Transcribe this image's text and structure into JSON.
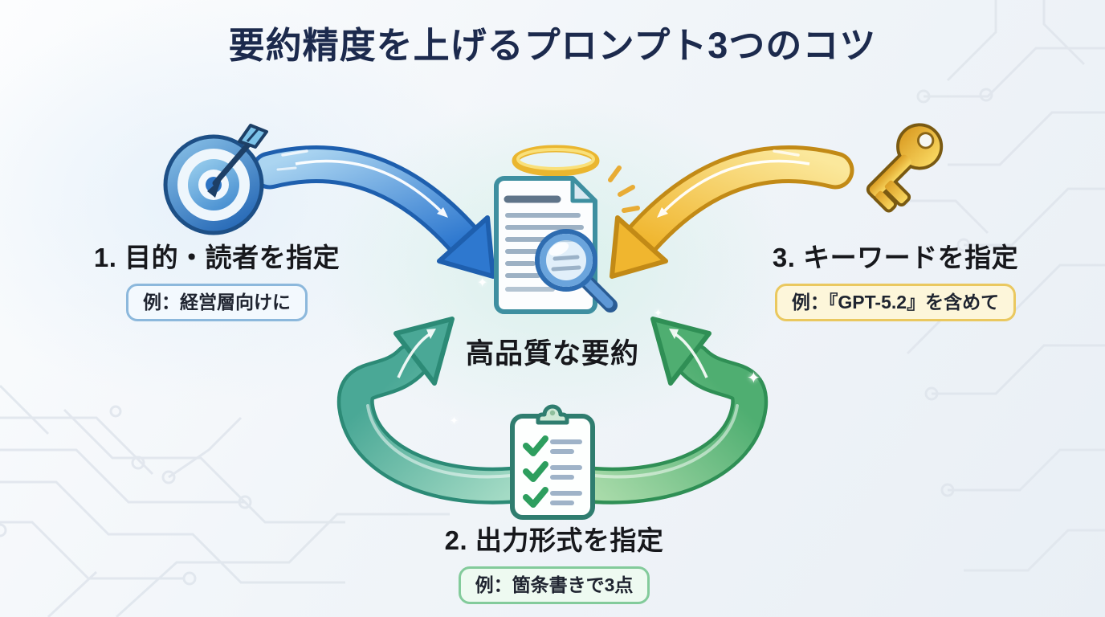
{
  "title": "要約精度を上げるプロンプト3つのコツ",
  "center": {
    "label": "高品質な要約",
    "icon": "document-magnifier-halo-icon"
  },
  "tips": [
    {
      "number": "1",
      "label": "1. 目的・読者を指定",
      "example": "例：経営層向けに",
      "icon": "target-icon",
      "accent_color": "#2e78cf"
    },
    {
      "number": "2",
      "label": "2. 出力形式を指定",
      "example": "例：箇条書きで3点",
      "icon": "clipboard-checklist-icon",
      "accent_color": "#43aa6e"
    },
    {
      "number": "3",
      "label": "3. キーワードを指定",
      "example": "例：『GPT-5.2』を含めて",
      "icon": "key-icon",
      "accent_color": "#eebc35"
    }
  ],
  "arrows": [
    {
      "from": "tip-1-target",
      "to": "center-summary",
      "color": "#2e78cf",
      "style": "curved-blue"
    },
    {
      "from": "tip-3-key",
      "to": "center-summary",
      "color": "#f0b62f",
      "style": "curved-yellow"
    },
    {
      "from": "tip-2-clipboard",
      "to": "center-summary",
      "color": "#4aa896",
      "style": "loop-teal-left"
    },
    {
      "from": "tip-2-clipboard",
      "to": "center-summary",
      "color": "#4fae71",
      "style": "loop-green-right"
    }
  ],
  "colors": {
    "title_text": "#1c2a4d",
    "heading_text": "#17181c",
    "background": "#eff3f8",
    "example_blue_border": "#8cb8dc",
    "example_green_border": "#83cb9b",
    "example_yellow_border": "#eac85f",
    "halo_gold": "#eab62f",
    "circuit_line": "#dfe5ec"
  }
}
